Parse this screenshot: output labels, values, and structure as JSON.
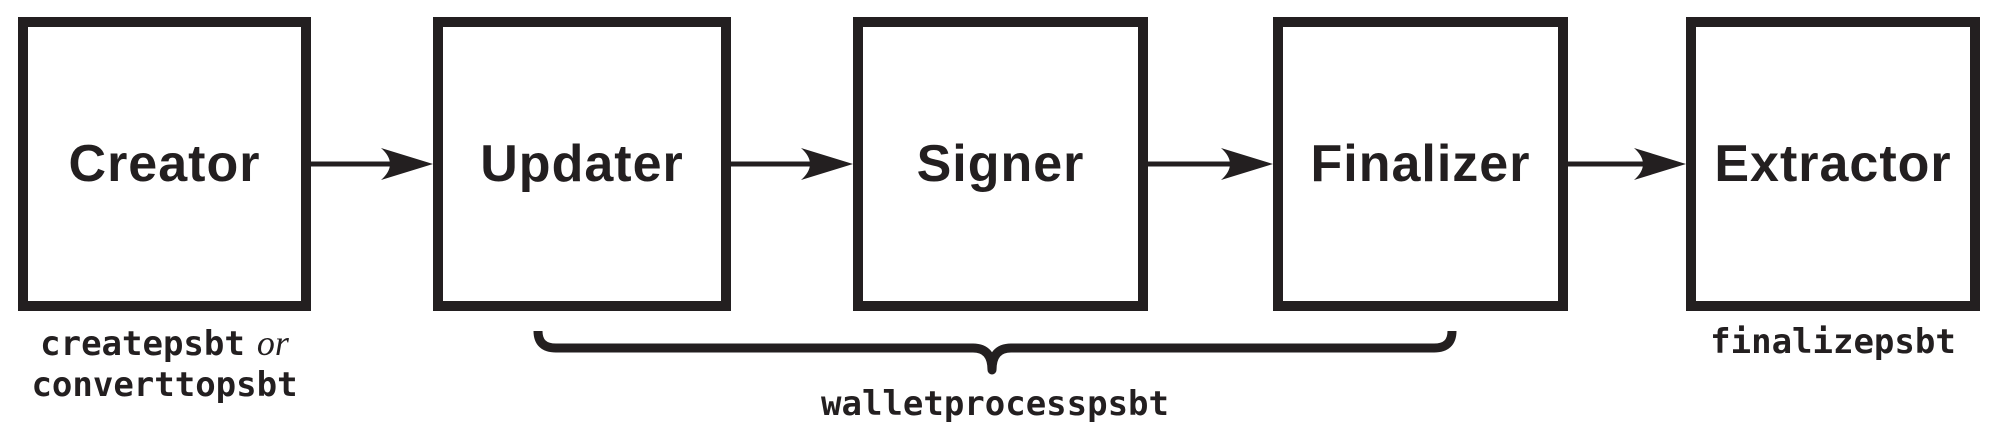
{
  "figure": {
    "type": "flow-diagram",
    "background": "#ffffff",
    "ink_color": "#231f20",
    "roles": [
      "Creator",
      "Updater",
      "Signer",
      "Finalizer",
      "Extractor"
    ],
    "creator_commands": {
      "command1": "createpsbt",
      "conjunction": "or",
      "command2": "converttopsbt"
    },
    "group_command": "walletprocesspsbt",
    "extractor_command": "finalizepsbt"
  }
}
